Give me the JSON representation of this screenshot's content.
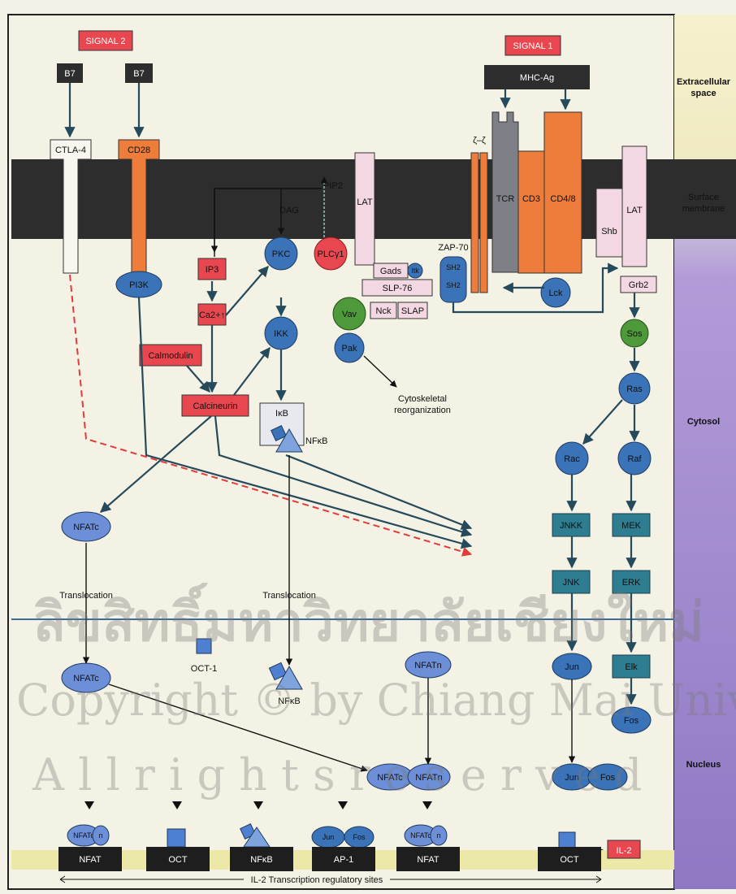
{
  "signals": {
    "signal2": "SIGNAL 2",
    "signal1": "SIGNAL 1"
  },
  "zones": {
    "extracellular": [
      "Extracellular",
      "space"
    ],
    "membrane": [
      "Surface",
      "membrane"
    ],
    "cytosol": "Cytosol",
    "nucleus": "Nucleus"
  },
  "ligands": {
    "b7_left": "B7",
    "b7_right": "B7",
    "mhc": "MHC-Ag"
  },
  "receptors": {
    "ctla4": "CTLA-4",
    "cd28": "CD28",
    "zeta": "ζ–ζ",
    "tcr": "TCR",
    "cd3": "CD3",
    "cd48": "CD4/8",
    "lat_left": "LAT",
    "lat_right": "LAT",
    "shb": "Shb"
  },
  "membrane_labels": {
    "pip2": "PIP2",
    "dag": "DAG"
  },
  "molecules": {
    "pi3k": "PI3K",
    "ip3": "IP3",
    "ca": "Ca2+↑",
    "calmodulin": "Calmodulin",
    "calcineurin": "Calcineurin",
    "pkc": "PKC",
    "plcg1": "PLCγ1",
    "ikk": "IKK",
    "ikb": "IκB",
    "nfkb_cyt": "NFκB",
    "gads": "Gads",
    "itk": "Itk",
    "slp76": "SLP-76",
    "nck": "Nck",
    "slap": "SLAP",
    "vav": "Vav",
    "pak": "Pak",
    "zap70": "ZAP-70",
    "sh2a": "SH2",
    "sh2b": "SH2",
    "lck": "Lck",
    "grb2": "Grb2",
    "sos": "Sos",
    "ras": "Ras",
    "rac": "Rac",
    "raf": "Raf",
    "jnkk": "JNKK",
    "mek": "MEK",
    "jnk": "JNK",
    "erk": "ERK",
    "elk": "Elk",
    "jun_n": "Jun",
    "fos_n": "Fos",
    "jun_pair": "Jun",
    "fos_pair": "Fos",
    "nfatc_cyt": "NFATc",
    "nfatc_nuc": "NFATc",
    "oct1": "OCT-1",
    "nfkb_nuc": "NFκB",
    "nfatn_top": "NFATn",
    "nfatc_pair": "NFATc",
    "nfatn_pair": "NFATn"
  },
  "text_labels": {
    "cytoskeletal": [
      "Cytoskeletal",
      "reorganization"
    ],
    "translocation_left": "Translocation",
    "translocation_right": "Translocation"
  },
  "dna_sites": [
    "NFAT",
    "OCT",
    "NFκB",
    "AP-1",
    "NFAT",
    "OCT"
  ],
  "dna_bound": [
    "NFATc",
    "n",
    "Jun",
    "Fos",
    "NFATc",
    "n"
  ],
  "il2": "IL-2",
  "regulatory_sites": "IL-2 Transcription regulatory sites",
  "watermark": [
    "ลิขสิทธิ์มหาวิทยาลัยเชียงใหม่",
    "Copyright © by Chiang Mai University",
    "A l l   r i g h t s   r e s e r v e d"
  ],
  "colors": {
    "membrane": "#2d2d2d",
    "orange": "#ee7c3a",
    "red": "#e8474f",
    "blue": "#3a73b8",
    "green": "#4e9a3a",
    "pink": "#f3d7e3",
    "teal": "#2f7d90",
    "arrow": "#244a5c",
    "sidebar_top": "#f5f0c8",
    "sidebar_bottom": "#a790d0"
  }
}
